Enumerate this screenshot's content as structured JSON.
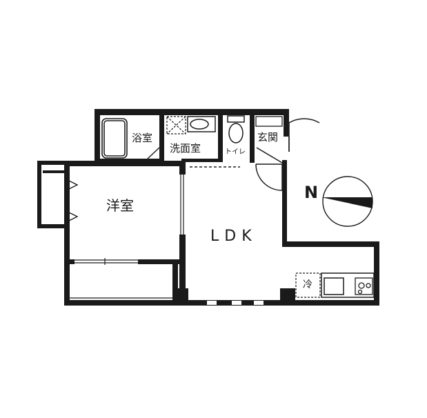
{
  "rooms": {
    "bath": "浴室",
    "washroom": "洗面室",
    "toilet": "トイレ",
    "entrance": "玄関",
    "western_room": "洋室",
    "ldk": "LDK",
    "fridge": "冷"
  },
  "compass": {
    "north_label": "N"
  }
}
